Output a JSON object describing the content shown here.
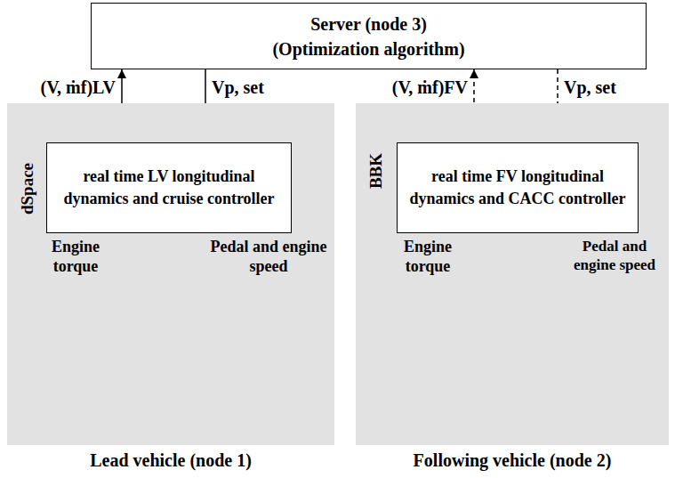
{
  "diagram": {
    "nodes": [
      {
        "text": [
          "Server (node 3)",
          "(Optimization algorithm)"
        ]
      },
      {
        "text": [
          "Lead vehicle (node 1)"
        ]
      },
      {
        "text": [
          "real time LV longitudinal dynamics and cruise controller"
        ],
        "in": 1
      },
      {
        "text": [
          "Following vehicle (node 2)"
        ]
      },
      {
        "text": [
          "real time FV longitudinal dynamics and CACC controller"
        ],
        "in": 3
      }
    ],
    "edges": [
      {
        "from": 2,
        "to": 0,
        "arrow": "to",
        "label": "(V, ṁf)LV"
      },
      {
        "from": 0,
        "to": 2,
        "arrow": "to",
        "label": "Vp, set"
      },
      {
        "from": 4,
        "to": 0,
        "arrow": "to",
        "label": "(V, ṁf)FV"
      },
      {
        "from": 0,
        "to": 4,
        "arrow": "to",
        "label": "Vp, set"
      }
    ],
    "labels": [
      "dSpace",
      "Engine torque",
      "Pedal and engine speed",
      "BBK",
      "Engine torque",
      "Pedal and engine speed"
    ]
  }
}
